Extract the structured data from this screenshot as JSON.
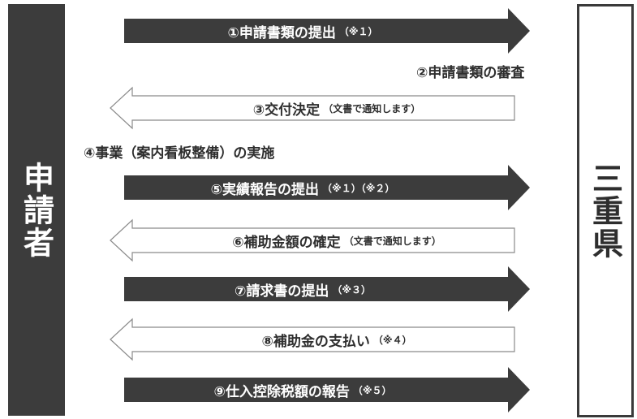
{
  "left_party": "申請者",
  "right_party": "三重県",
  "colors": {
    "dark": "#3c3c3c",
    "outline": "#8a8a8a",
    "text": "#2e2e2e"
  },
  "steps": [
    {
      "main": "①申請書類の提出",
      "note": "（※１）",
      "direction": "right"
    },
    {
      "main": "②申請書類の審査",
      "note": "",
      "direction": "none"
    },
    {
      "main": "③交付決定",
      "note": "（文書で通知します）",
      "direction": "left"
    },
    {
      "main": "④事業（案内看板整備）の実施",
      "note": "",
      "direction": "none"
    },
    {
      "main": "⑤実績報告の提出",
      "note": "（※１）（※２）",
      "direction": "right"
    },
    {
      "main": "⑥補助金額の確定",
      "note": "（文書で通知します）",
      "direction": "left"
    },
    {
      "main": "⑦請求書の提出",
      "note": "（※３）",
      "direction": "right"
    },
    {
      "main": "⑧補助金の支払い",
      "note": "（※４）",
      "direction": "left"
    },
    {
      "main": "⑨仕入控除税額の報告",
      "note": "（※５）",
      "direction": "right"
    }
  ]
}
